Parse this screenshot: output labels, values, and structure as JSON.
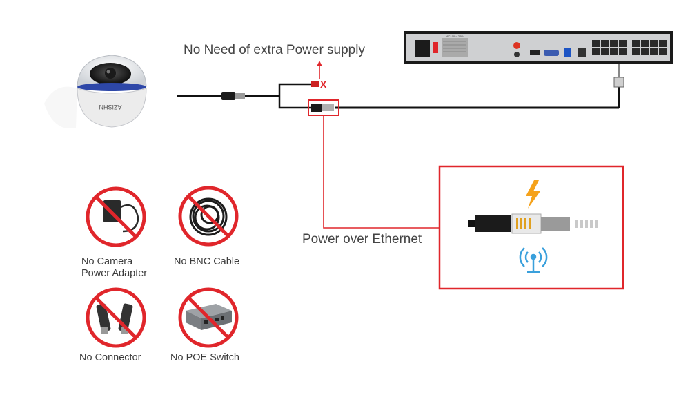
{
  "headline": "No Need of extra Power supply",
  "poe_label": "Power over Ethernet",
  "camera": {
    "brand": "AZISHN"
  },
  "nvr": {
    "power_rating": "AC100 ~ 240V"
  },
  "items": [
    {
      "key": "adapter",
      "label_line1": "No Camera",
      "label_line2": "Power Adapter"
    },
    {
      "key": "bnc",
      "label_line1": "No BNC Cable",
      "label_line2": ""
    },
    {
      "key": "connector",
      "label_line1": "No Connector",
      "label_line2": ""
    },
    {
      "key": "switch",
      "label_line1": "No POE Switch",
      "label_line2": ""
    }
  ],
  "icons": {
    "lightning": "lightning-icon",
    "wireless": "wireless-antenna-icon",
    "prohibited": "prohibited-icon",
    "cross_mark": "x-mark"
  },
  "colors": {
    "accent_red": "#e0262b",
    "cable": "#111111",
    "lightning": "#f5a21b",
    "wireless": "#3aa0dc"
  }
}
